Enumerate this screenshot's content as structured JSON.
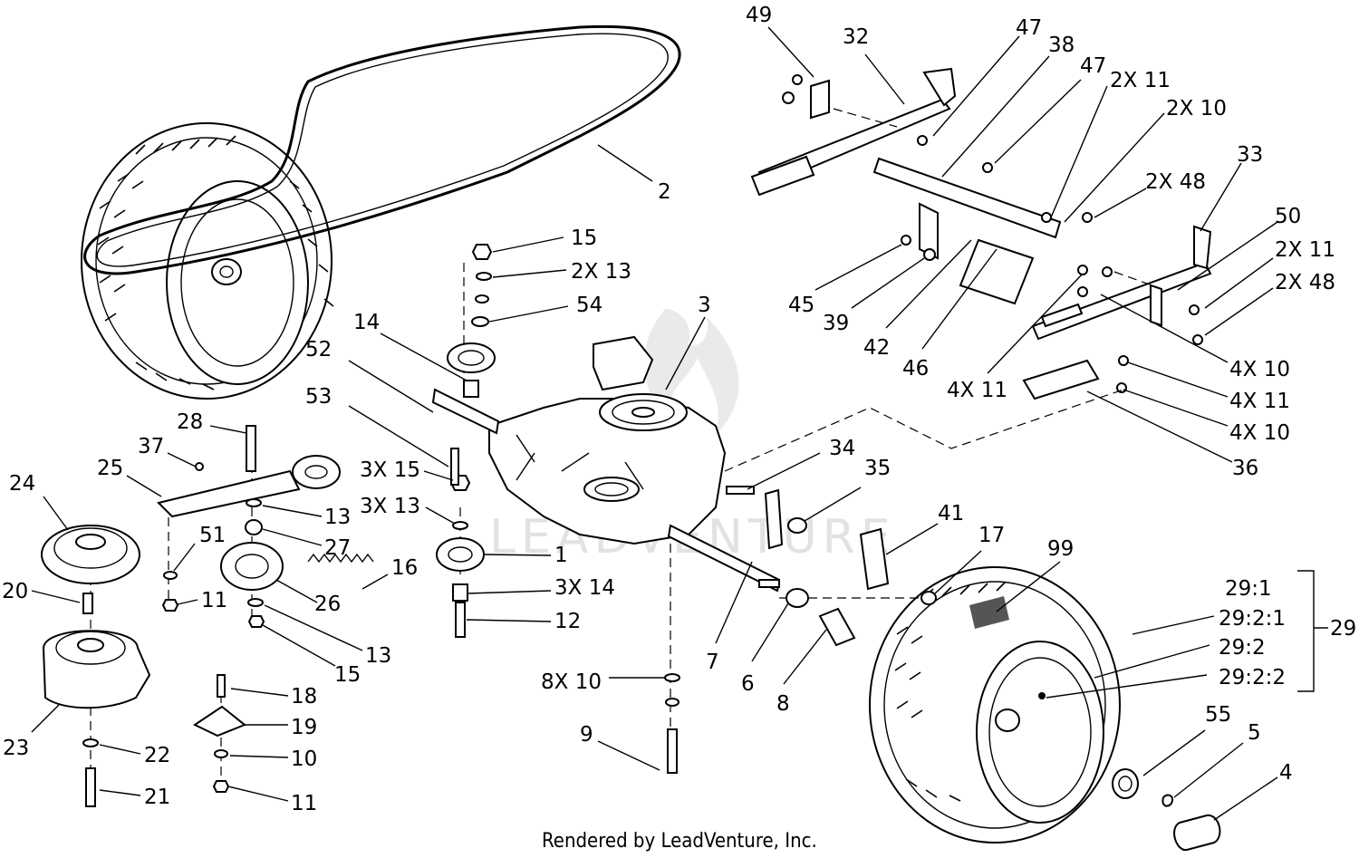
{
  "footer": "Rendered by LeadVenture, Inc.",
  "watermark": "LEADVENTURE",
  "callouts": [
    {
      "id": "c49",
      "text": "49"
    },
    {
      "id": "c32",
      "text": "32"
    },
    {
      "id": "c47a",
      "text": "47"
    },
    {
      "id": "c38",
      "text": "38"
    },
    {
      "id": "c47b",
      "text": "47"
    },
    {
      "id": "c2x11a",
      "text": "2X 11"
    },
    {
      "id": "c2x10",
      "text": "2X 10"
    },
    {
      "id": "c33",
      "text": "33"
    },
    {
      "id": "c2x48a",
      "text": "2X 48"
    },
    {
      "id": "c50",
      "text": "50"
    },
    {
      "id": "c2x11b",
      "text": "2X 11"
    },
    {
      "id": "c2x48b",
      "text": "2X 48"
    },
    {
      "id": "c45",
      "text": "45"
    },
    {
      "id": "c39",
      "text": "39"
    },
    {
      "id": "c42",
      "text": "42"
    },
    {
      "id": "c46",
      "text": "46"
    },
    {
      "id": "c4x11a",
      "text": "4X 11"
    },
    {
      "id": "c4x10a",
      "text": "4X 10"
    },
    {
      "id": "c4x11b",
      "text": "4X 11"
    },
    {
      "id": "c4x10b",
      "text": "4X 10"
    },
    {
      "id": "c36",
      "text": "36"
    },
    {
      "id": "c2",
      "text": "2"
    },
    {
      "id": "c15a",
      "text": "15"
    },
    {
      "id": "c2x13",
      "text": "2X 13"
    },
    {
      "id": "c54",
      "text": "54"
    },
    {
      "id": "c3",
      "text": "3"
    },
    {
      "id": "c14",
      "text": "14"
    },
    {
      "id": "c52",
      "text": "52"
    },
    {
      "id": "c53",
      "text": "53"
    },
    {
      "id": "c28",
      "text": "28"
    },
    {
      "id": "c37",
      "text": "37"
    },
    {
      "id": "c25",
      "text": "25"
    },
    {
      "id": "c24",
      "text": "24"
    },
    {
      "id": "c3x15",
      "text": "3X 15"
    },
    {
      "id": "c3x13",
      "text": "3X 13"
    },
    {
      "id": "c13a",
      "text": "13"
    },
    {
      "id": "c27",
      "text": "27"
    },
    {
      "id": "c51",
      "text": "51"
    },
    {
      "id": "c16",
      "text": "16"
    },
    {
      "id": "c20",
      "text": "20"
    },
    {
      "id": "c11a",
      "text": "11"
    },
    {
      "id": "c26",
      "text": "26"
    },
    {
      "id": "c1",
      "text": "1"
    },
    {
      "id": "c3x14",
      "text": "3X 14"
    },
    {
      "id": "c12",
      "text": "12"
    },
    {
      "id": "c13b",
      "text": "13"
    },
    {
      "id": "c15b",
      "text": "15"
    },
    {
      "id": "c34",
      "text": "34"
    },
    {
      "id": "c35",
      "text": "35"
    },
    {
      "id": "c41",
      "text": "41"
    },
    {
      "id": "c17",
      "text": "17"
    },
    {
      "id": "c99",
      "text": "99"
    },
    {
      "id": "c7",
      "text": "7"
    },
    {
      "id": "c6",
      "text": "6"
    },
    {
      "id": "c8",
      "text": "8"
    },
    {
      "id": "c8x10",
      "text": "8X 10"
    },
    {
      "id": "c9",
      "text": "9"
    },
    {
      "id": "c18",
      "text": "18"
    },
    {
      "id": "c19",
      "text": "19"
    },
    {
      "id": "c10",
      "text": "10"
    },
    {
      "id": "c11b",
      "text": "11"
    },
    {
      "id": "c22",
      "text": "22"
    },
    {
      "id": "c21",
      "text": "21"
    },
    {
      "id": "c23",
      "text": "23"
    },
    {
      "id": "c29_1",
      "text": "29:1"
    },
    {
      "id": "c29_2_1",
      "text": "29:2:1"
    },
    {
      "id": "c29_2",
      "text": "29:2"
    },
    {
      "id": "c29_2_2",
      "text": "29:2:2"
    },
    {
      "id": "c29",
      "text": "29"
    },
    {
      "id": "c55",
      "text": "55"
    },
    {
      "id": "c5",
      "text": "5"
    },
    {
      "id": "c4",
      "text": "4"
    }
  ]
}
